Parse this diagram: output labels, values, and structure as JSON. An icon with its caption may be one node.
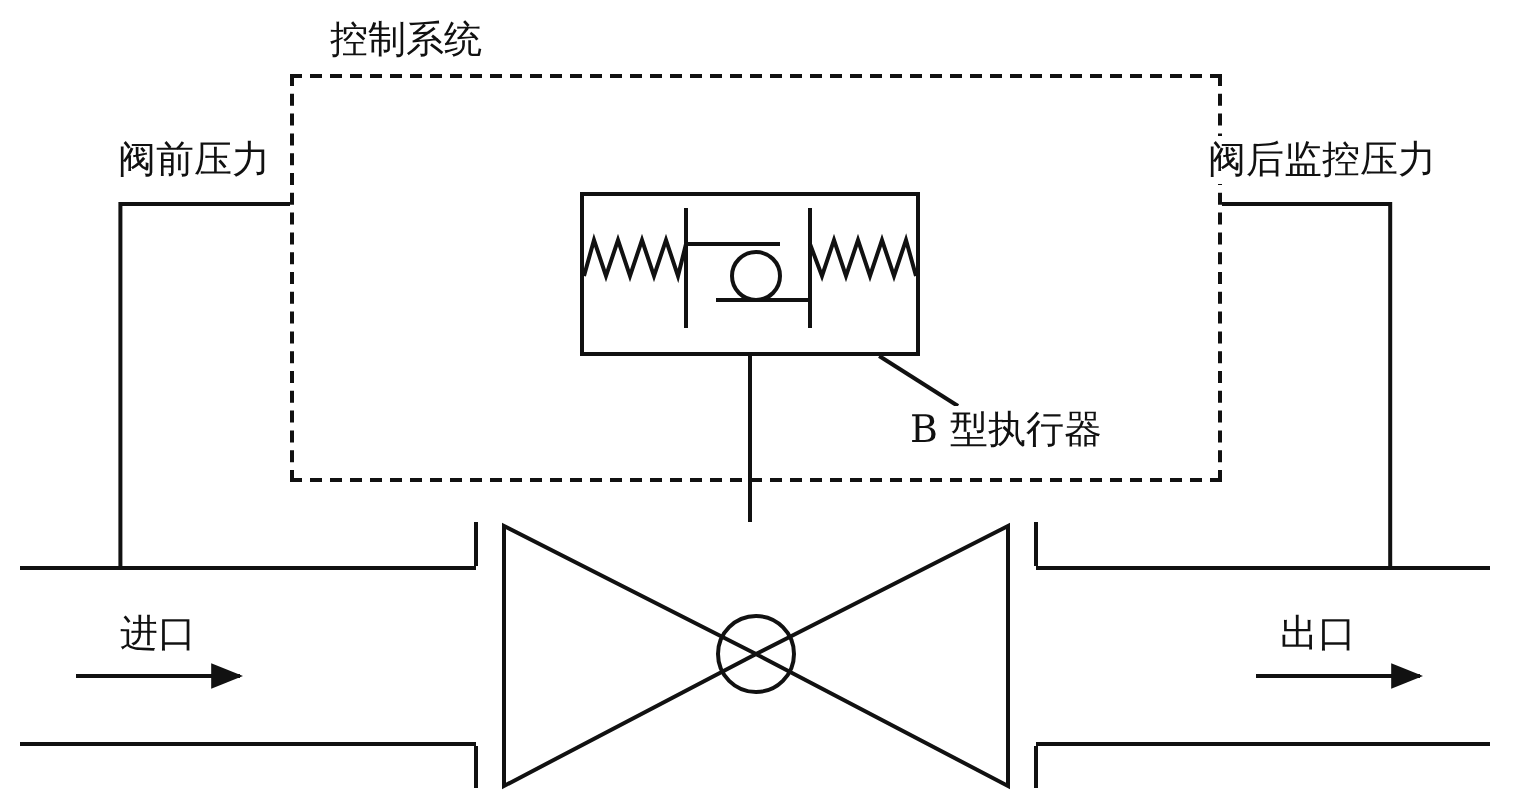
{
  "diagram": {
    "nodes": [
      {
        "text": [
          "控制系统"
        ]
      },
      {
        "text": [],
        "shape": "box",
        "in": 0
      },
      {
        "text": [
          "B 型执行器"
        ],
        "in": 0
      },
      {
        "text": [],
        "shape": "valve"
      },
      {
        "text": [
          "进口"
        ]
      },
      {
        "text": [
          "出口"
        ]
      }
    ],
    "edges": [
      {
        "from": 4,
        "to": 0,
        "arrow": "none",
        "label": "阀前压力"
      },
      {
        "from": 0,
        "to": 5,
        "arrow": "none",
        "label": "阀后监控压力"
      },
      {
        "from": 1,
        "to": 3,
        "arrow": "none"
      },
      {
        "from": 2,
        "to": 1,
        "arrow": "none"
      }
    ]
  }
}
